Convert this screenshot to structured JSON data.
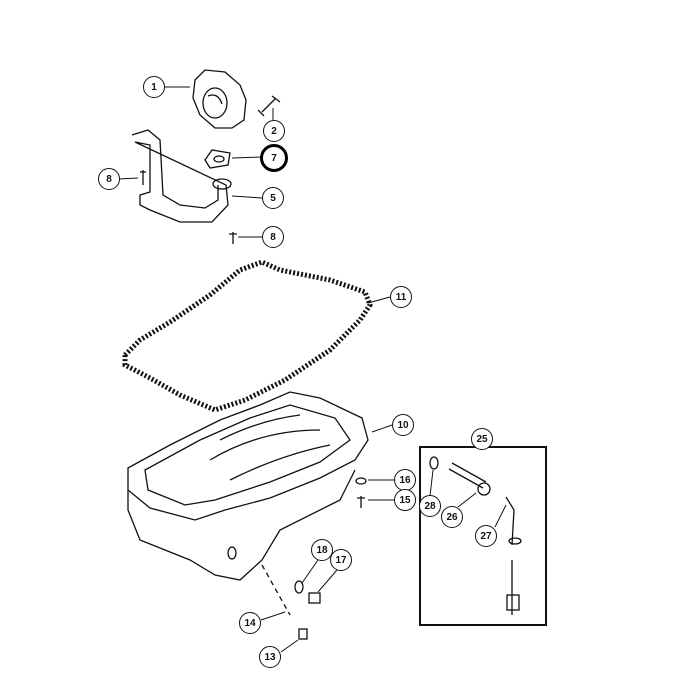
{
  "diagram": {
    "title": "Oil pan and oil pump exploded view",
    "callouts": {
      "c1": "1",
      "c2": "2",
      "c7": "7",
      "c8a": "8",
      "c5": "5",
      "c8b": "8",
      "c11": "11",
      "c10": "10",
      "c25": "25",
      "c16": "16",
      "c15": "15",
      "c28": "28",
      "c26": "26",
      "c27": "27",
      "c18": "18",
      "c17": "17",
      "c14": "14",
      "c13": "13"
    },
    "highlighted": "7"
  }
}
